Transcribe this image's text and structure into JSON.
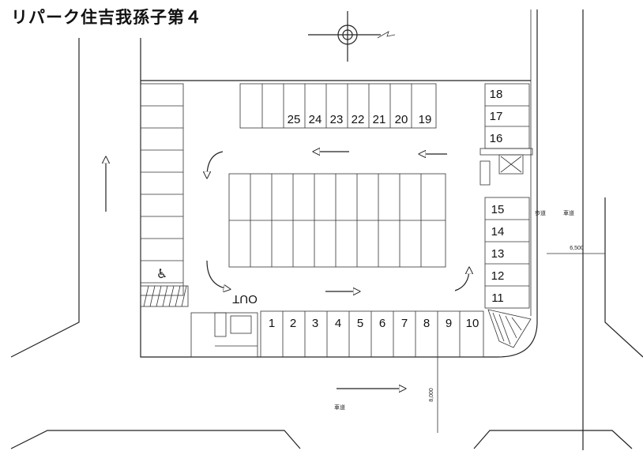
{
  "title": "リパーク住吉我孫子第４",
  "spaces_top": [
    "25",
    "24",
    "23",
    "22",
    "21",
    "20",
    "19"
  ],
  "spaces_right_top": [
    "18",
    "17",
    "16"
  ],
  "spaces_right": [
    "15",
    "14",
    "13",
    "12",
    "11"
  ],
  "spaces_bottom": [
    "1",
    "2",
    "3",
    "4",
    "5",
    "6",
    "7",
    "8",
    "9",
    "10"
  ],
  "out_label": "OUT",
  "sidewalk_label": "歩道",
  "road_label_right": "車道",
  "road_label_bottom": "車道",
  "dim_right": "6,500",
  "dim_bottom": "8,000"
}
